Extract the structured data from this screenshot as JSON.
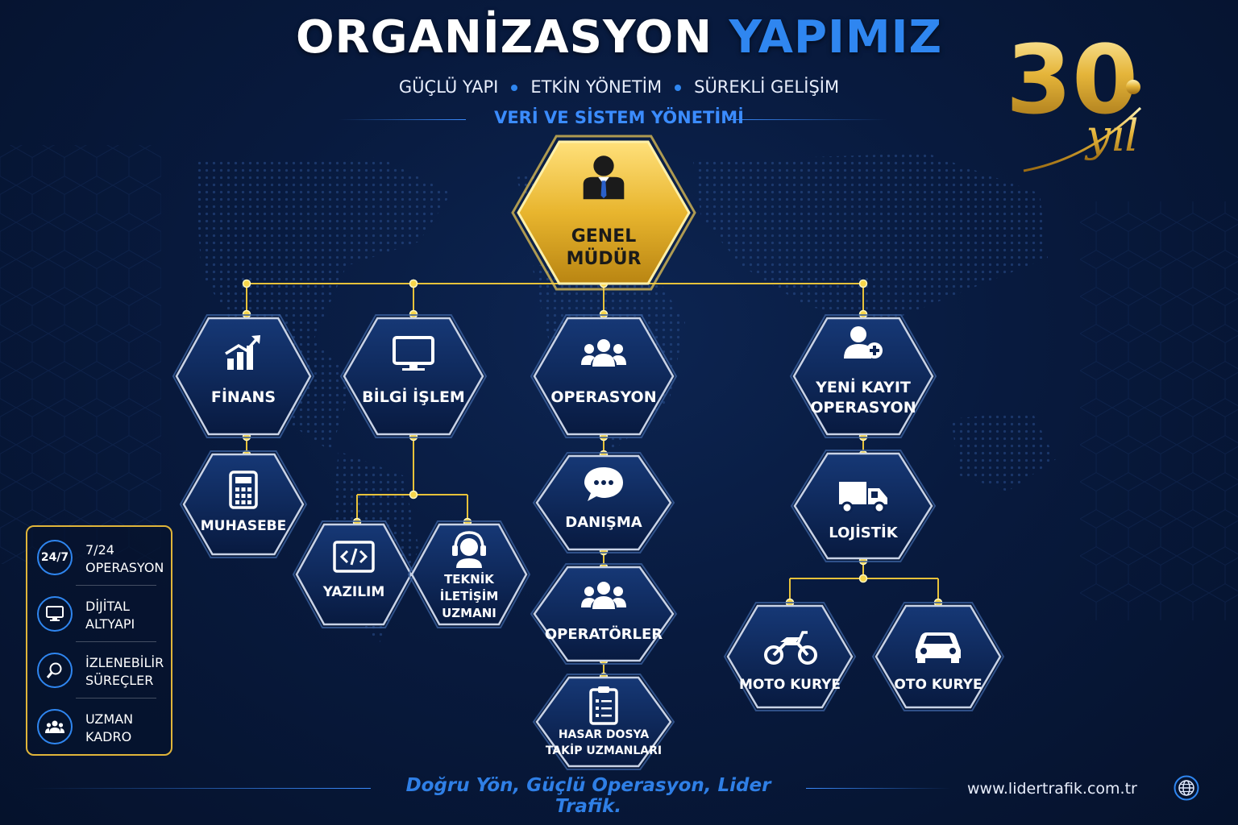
{
  "header": {
    "title_white": "ORGANİZASYON",
    "title_blue": "YAPIMIZ",
    "taglines": [
      "GÜÇLÜ YAPI",
      "ETKİN YÖNETİM",
      "SÜREKLİ GELİŞİM"
    ],
    "subhead": "VERİ VE SİSTEM YÖNETİMİ"
  },
  "badge": {
    "number": "30",
    "word": "yıl"
  },
  "org": {
    "root": {
      "label_lines": [
        "GENEL",
        "MÜDÜR"
      ],
      "icon": "businessman-icon"
    },
    "departments": [
      {
        "label_lines": [
          "FİNANS"
        ],
        "icon": "growth-chart-icon"
      },
      {
        "label_lines": [
          "BİLGİ İŞLEM"
        ],
        "icon": "monitor-icon"
      },
      {
        "label_lines": [
          "OPERASYON"
        ],
        "icon": "team-icon"
      },
      {
        "label_lines": [
          "YENİ KAYIT",
          "OPERASYON"
        ],
        "icon": "add-user-icon"
      }
    ],
    "sub_units": {
      "muhasebe": {
        "label_lines": [
          "MUHASEBE"
        ],
        "icon": "calculator-icon"
      },
      "yazilim": {
        "label_lines": [
          "YAZILIM"
        ],
        "icon": "code-icon"
      },
      "teknik": {
        "label_lines": [
          "TEKNİK",
          "İLETİŞİM",
          "UZMANI"
        ],
        "icon": "headset-icon"
      },
      "danisma": {
        "label_lines": [
          "DANIŞMA"
        ],
        "icon": "chat-bubble-icon"
      },
      "operatorler": {
        "label_lines": [
          "OPERATÖRLER"
        ],
        "icon": "team-icon"
      },
      "hasar": {
        "label_lines": [
          "HASAR DOSYA",
          "TAKİP UZMANLARI"
        ],
        "icon": "clipboard-icon"
      },
      "lojistik": {
        "label_lines": [
          "LOJİSTİK"
        ],
        "icon": "truck-icon"
      },
      "moto": {
        "label_lines": [
          "MOTO KURYE"
        ],
        "icon": "motorcycle-icon"
      },
      "oto": {
        "label_lines": [
          "OTO KURYE"
        ],
        "icon": "car-icon"
      }
    }
  },
  "legend": [
    {
      "icon_text": "24/7",
      "text": "7/24\nOPERASYON",
      "icon": "clock-24-icon"
    },
    {
      "icon_text": "",
      "text": "DİJİTAL\nALTYAPI",
      "icon": "monitor-icon"
    },
    {
      "icon_text": "",
      "text": "İZLENEBİLİR\nSÜREÇLER",
      "icon": "magnifier-icon"
    },
    {
      "icon_text": "",
      "text": "UZMAN\nKADRO",
      "icon": "team-icon"
    }
  ],
  "footer": {
    "slogan": "Doğru Yön, Güçlü Operasyon, Lider Trafik.",
    "website": "www.lidertrafik.com.tr"
  },
  "colors": {
    "accent_blue": "#2f86f0",
    "gold": "#e0b53a",
    "background": "#081a3e",
    "hex_fill": "#0c2352",
    "hex_border": "#c9d3e6"
  }
}
